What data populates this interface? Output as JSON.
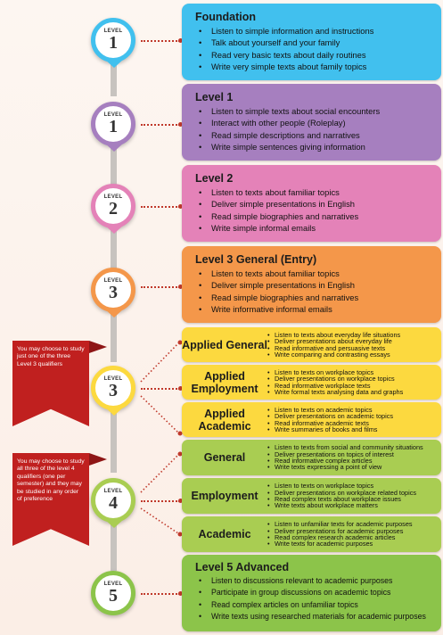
{
  "levels": [
    {
      "label": "LEVEL",
      "number": "1"
    },
    {
      "label": "LEVEL",
      "number": "1"
    },
    {
      "label": "LEVEL",
      "number": "2"
    },
    {
      "label": "LEVEL",
      "number": "3"
    },
    {
      "label": "LEVEL",
      "number": "3"
    },
    {
      "label": "LEVEL",
      "number": "4"
    },
    {
      "label": "LEVEL",
      "number": "5"
    }
  ],
  "colors": {
    "foundation": "#41c0ee",
    "level1": "#a67fbf",
    "level2": "#e482b8",
    "level3g": "#f4974a",
    "applied": "#fcd93f",
    "level4": "#a9cd52",
    "level5": "#8cc44a"
  },
  "cards": {
    "foundation": {
      "title": "Foundation",
      "items": [
        "Listen to simple information and instructions",
        "Talk about yourself and your family",
        "Read very basic texts about daily routines",
        "Write very simple texts about family topics"
      ]
    },
    "level1": {
      "title": "Level 1",
      "items": [
        "Listen to simple texts about social encounters",
        "Interact with other people (Roleplay)",
        "Read simple descriptions and narratives",
        "Write simple sentences giving information"
      ]
    },
    "level2": {
      "title": "Level 2",
      "items": [
        "Listen to texts about familiar topics",
        "Deliver simple presentations in English",
        "Read simple biographies and narratives",
        "Write simple informal emails"
      ]
    },
    "level3g": {
      "title": "Level 3 General (Entry)",
      "items": [
        "Listen to texts about familiar topics",
        "Deliver simple presentations in English",
        "Read simple biographies and narratives",
        "Write informative informal emails"
      ]
    },
    "level5": {
      "title": "Level 5 Advanced",
      "items": [
        "Listen to discussions relevant to academic purposes",
        "Participate in group discussions on academic topics",
        "Read complex articles on unfamiliar topics",
        "Write texts using researched materials for academic purposes"
      ]
    }
  },
  "level3_subs": [
    {
      "label": "Applied General",
      "items": [
        "Listen to texts about everyday life situations",
        "Deliver presentations about everyday life",
        "Read informative and persuasive texts",
        "Write comparing and contrasting essays"
      ]
    },
    {
      "label": "Applied Employment",
      "items": [
        "Listen to texts on workplace topics",
        "Deliver presentations on workplace topics",
        "Read informative workplace texts",
        "Write formal texts analysing data and graphs"
      ]
    },
    {
      "label": "Applied Academic",
      "items": [
        "Listen to texts on academic topics",
        "Deliver presentations on academic topics",
        "Read informative academic texts",
        "Write summaries of books and films"
      ]
    }
  ],
  "level4_subs": [
    {
      "label": "General",
      "items": [
        "Listen to texts from social and community situations",
        "Deliver presentations on topics of interest",
        "Read informative complex articles",
        "Write texts expressing a point of view"
      ]
    },
    {
      "label": "Employment",
      "items": [
        "Listen to texts on workplace topics",
        "Deliver presentations on workplace related topics",
        "Read complex texts about workplace issues",
        "Write texts about workplace matters"
      ]
    },
    {
      "label": "Academic",
      "items": [
        "Listen to unfamiliar texts for academic purposes",
        "Deliver presentations for academic purposes",
        "Read complex research academic articles",
        "Write texts for academic purposes"
      ]
    }
  ],
  "banners": {
    "level3": "You may choose to study just one of the three Level 3 qualifiers",
    "level4": "You may choose to study all three of the level 4 qualifiers (one per semester) and they may be studied in any order of preference"
  }
}
